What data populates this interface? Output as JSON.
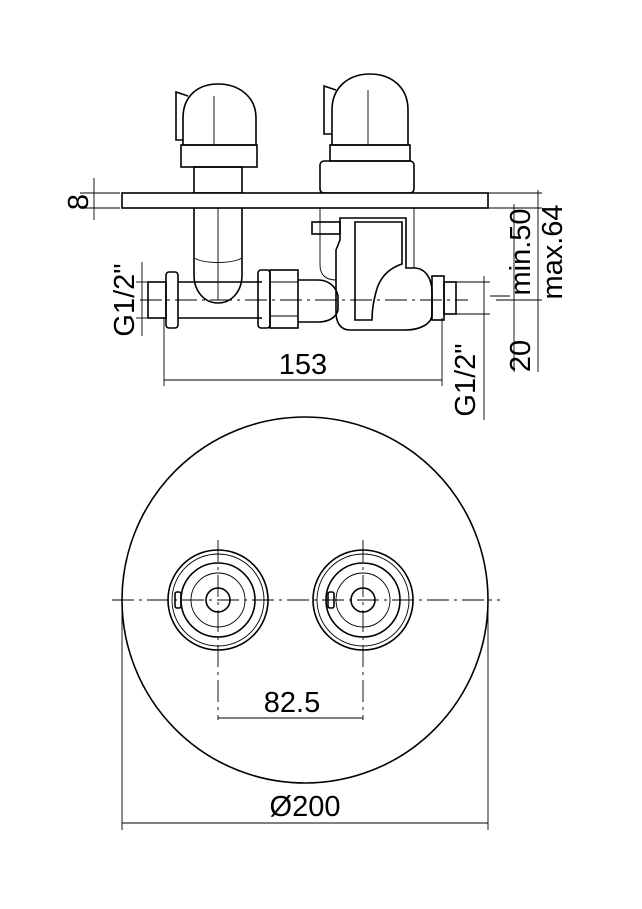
{
  "drawing": {
    "side_view": {
      "plate_thickness": "8",
      "inlet_thread_left": "G1/2\"",
      "inlet_thread_right": "G1/2\"",
      "center_distance_side": "153",
      "depth_min": "min.50",
      "depth_max": "max.64",
      "offset": "20"
    },
    "front_view": {
      "handle_spacing": "82.5",
      "plate_diameter": "Ø200"
    }
  }
}
